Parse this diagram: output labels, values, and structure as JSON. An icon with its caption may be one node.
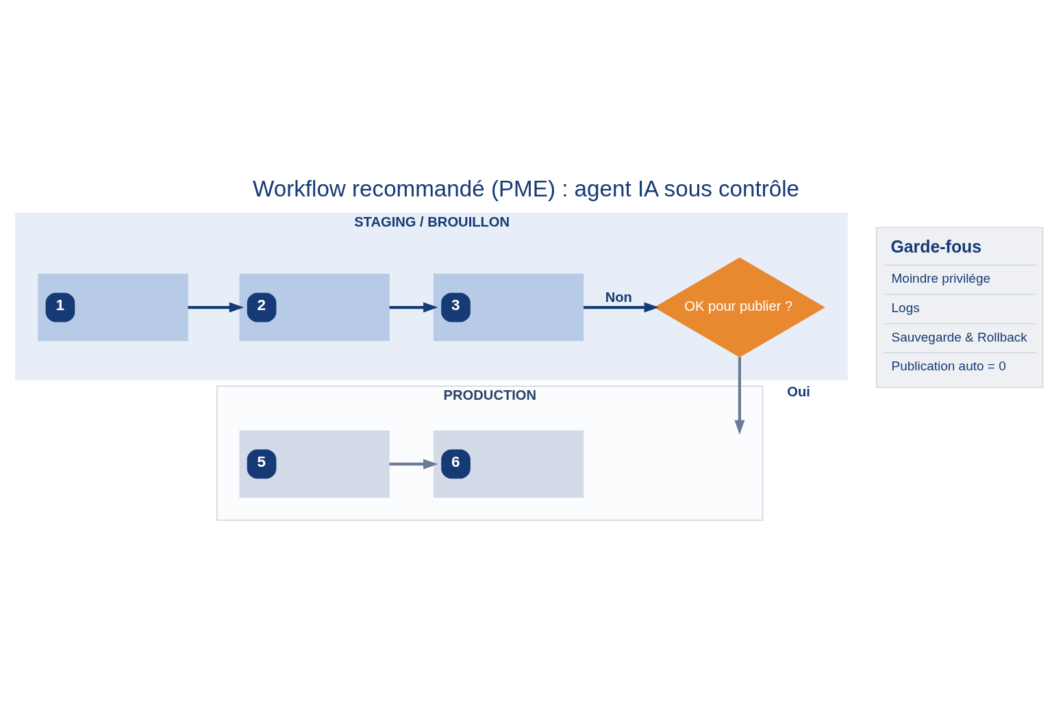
{
  "diagram": {
    "title": "Workflow recommandé (PME) : agent IA sous contrôle",
    "nodes": [
      {
        "text": [
          "STAGING / BROUILLON"
        ]
      },
      {
        "text": [
          "1"
        ],
        "in": 0
      },
      {
        "text": [
          "2"
        ],
        "in": 0
      },
      {
        "text": [
          "3"
        ],
        "in": 0
      },
      {
        "text": [
          "OK pour publier ?"
        ],
        "in": 0
      },
      {
        "text": [
          "PRODUCTION"
        ]
      },
      {
        "text": [
          "5"
        ],
        "in": 5
      },
      {
        "text": [
          "6"
        ],
        "in": 5
      },
      {
        "text": [
          "Garde-fous",
          "Moindre privilége",
          "Logs",
          "Sauvegarde & Rollback",
          "Publication auto = 0"
        ]
      }
    ],
    "edges": [
      {
        "from": 1,
        "to": 2,
        "arrow": "to"
      },
      {
        "from": 2,
        "to": 3,
        "arrow": "to"
      },
      {
        "from": 3,
        "to": 4,
        "arrow": "to",
        "label": "Non"
      },
      {
        "from": 4,
        "to": null,
        "arrow": "to",
        "label": "Oui",
        "color": "#6b7a96"
      },
      {
        "from": 6,
        "to": 7,
        "arrow": "to",
        "color": "#6b7a96"
      }
    ]
  }
}
